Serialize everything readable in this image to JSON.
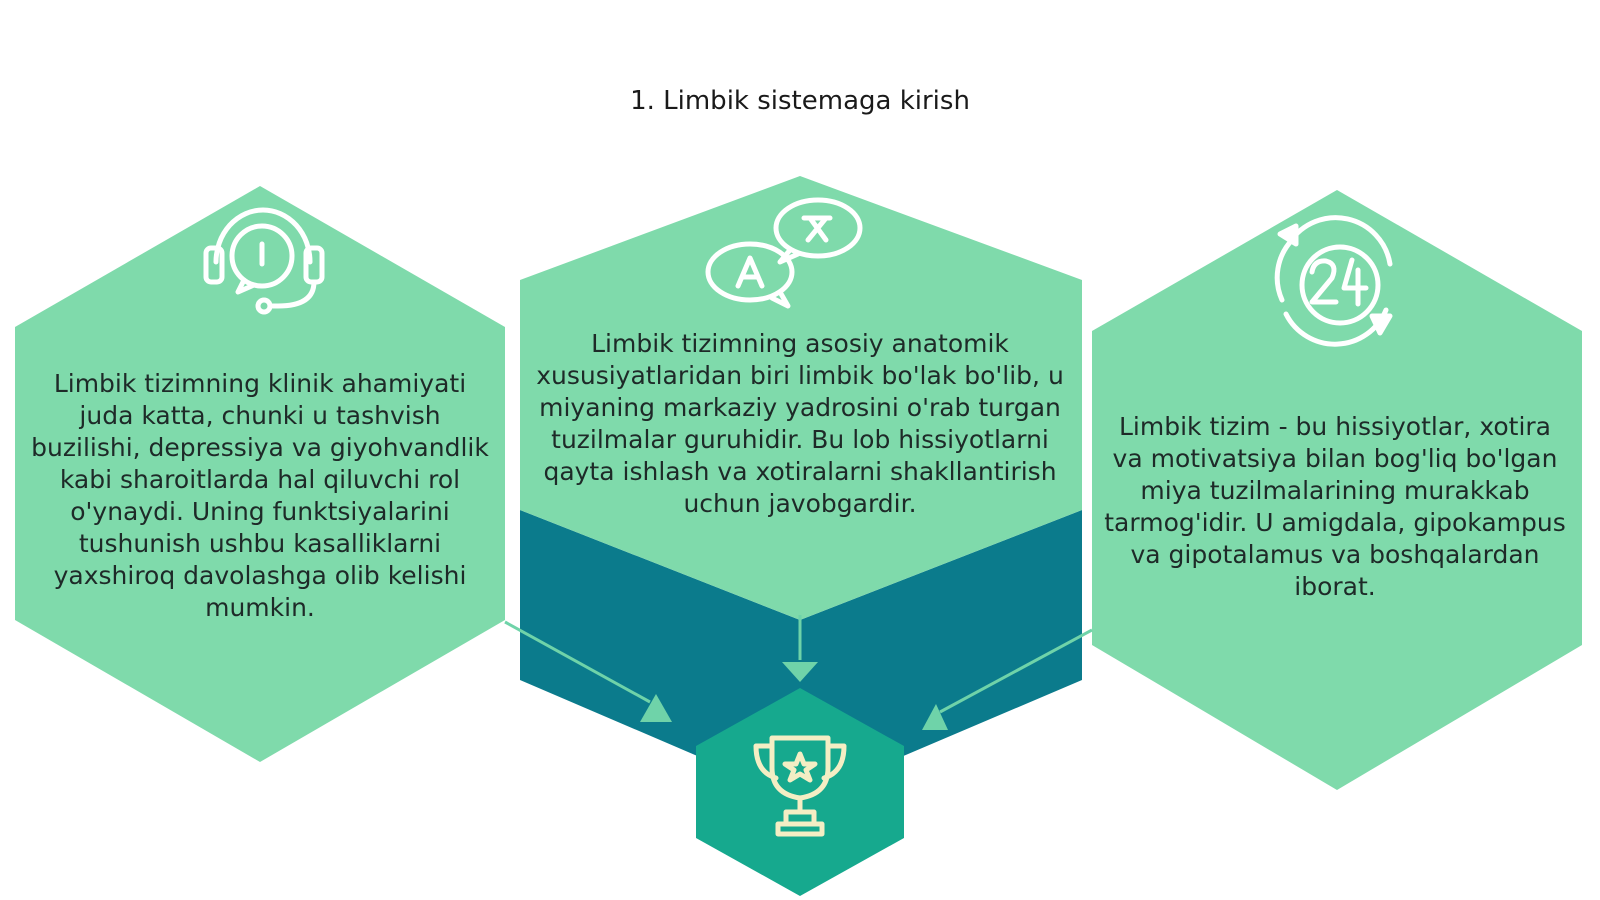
{
  "title": "1. Limbik sistemaga kirish",
  "colors": {
    "hex_light": "#7fdaab",
    "dark_band": "#0b7b8c",
    "center_hex": "#16a98e",
    "icon_stroke": "#ffffff",
    "trophy_stroke": "#f4eec4",
    "arrow": "#6fd3a9"
  },
  "hexes": {
    "left": {
      "icon": "headset-info-icon",
      "text": "Limbik tizimning klinik ahamiyati juda katta, chunki u tashvish buzilishi, depressiya va giyohvandlik kabi sharoitlarda hal qiluvchi rol o'ynaydi. Uning funktsiyalarini tushunish ushbu kasalliklarni yaxshiroq davolashga olib kelishi mumkin."
    },
    "center": {
      "icon": "translate-bubbles-icon",
      "text": "Limbik tizimning asosiy anatomik xususiyatlaridan biri limbik bo'lak bo'lib, u miyaning markaziy yadrosini o'rab turgan tuzilmalar guruhidir. Bu lob hissiyotlarni qayta ishlash va xotiralarni shakllantirish uchun javobgardir."
    },
    "right": {
      "icon": "24-hours-icon",
      "text": "Limbik tizim - bu hissiyotlar, xotira va motivatsiya bilan bog'liq bo'lgan miya tuzilmalarining murakkab tarmog'idir. U amigdala, gipokampus va gipotalamus va boshqalardan iborat."
    },
    "bottom": {
      "icon": "trophy-icon"
    }
  }
}
